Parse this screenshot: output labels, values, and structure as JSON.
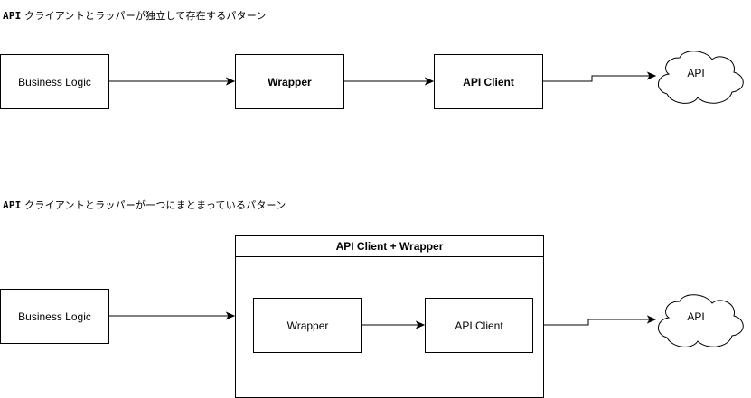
{
  "top_pattern": {
    "title_prefix": "API",
    "title_text": "クライアントとラッパーが独立して存在するパターン",
    "business_logic": "Business Logic",
    "wrapper": "Wrapper",
    "api_client": "API Client",
    "external_api": "API"
  },
  "bottom_pattern": {
    "title_prefix": "API",
    "title_text": "クライアントとラッパーが一つにまとまっているパターン",
    "business_logic": "Business Logic",
    "group_title": "API Client + Wrapper",
    "wrapper": "Wrapper",
    "api_client": "API Client",
    "external_api": "API"
  },
  "icons": {
    "cloud": "cloud-icon",
    "arrow": "arrow-right-icon"
  }
}
